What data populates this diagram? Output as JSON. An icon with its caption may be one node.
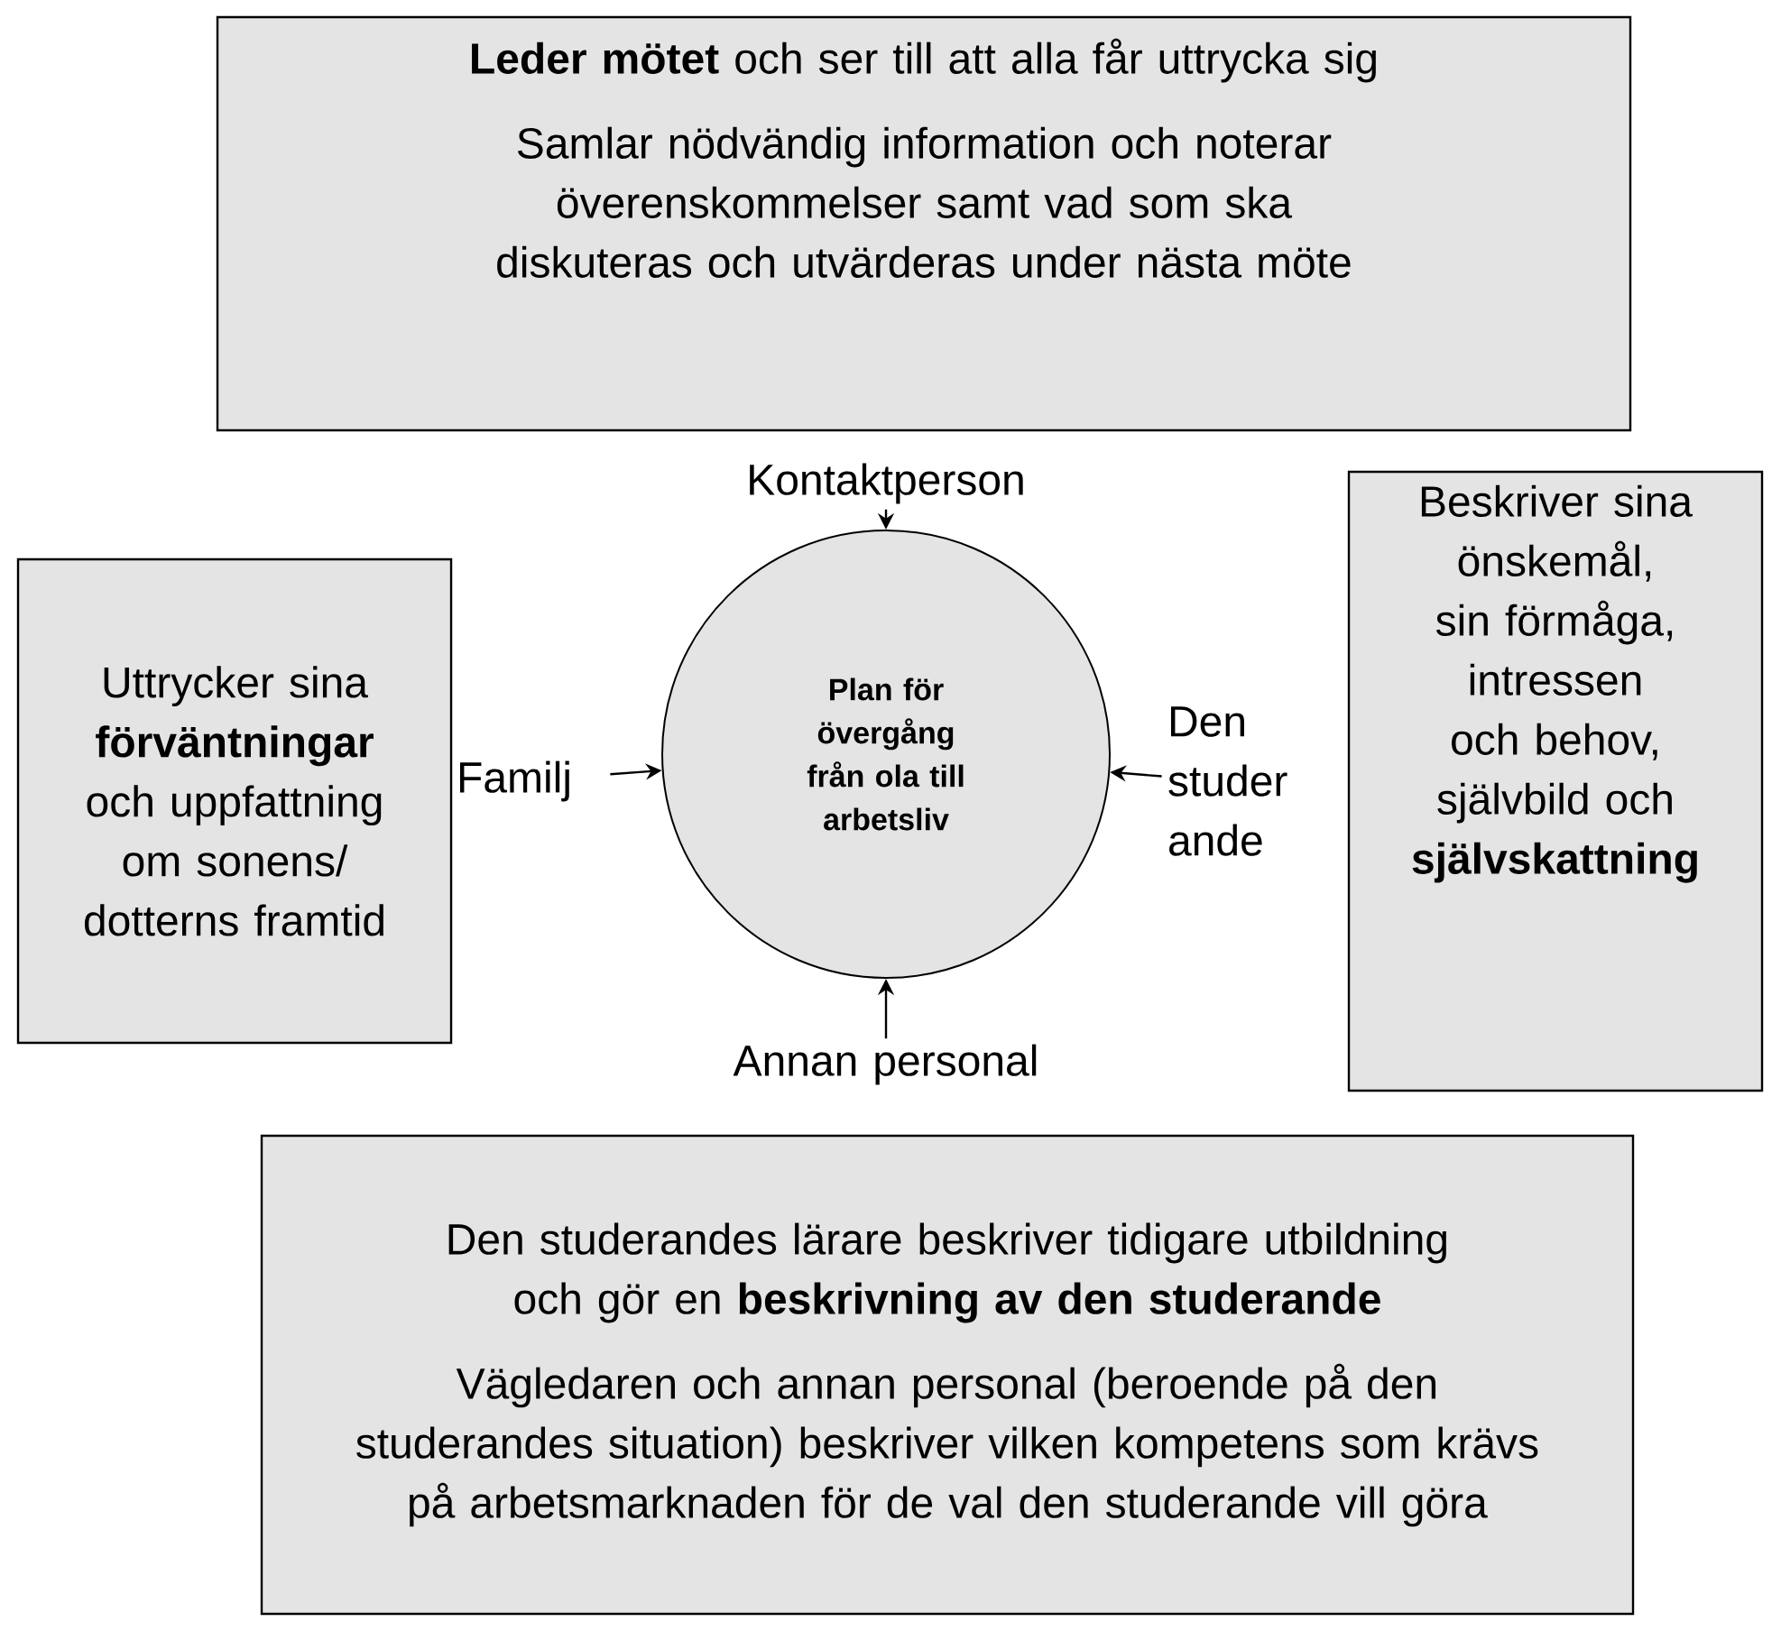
{
  "diagram": {
    "nodes": [
      {
        "text": [
          "**Leder mötet** och ser till att alla får uttrycka sig",
          "Samlar nödvändig information och noterar överenskommelser samt vad som ska diskuteras och utvärderas under nästa möte"
        ]
      },
      {
        "text": [
          "Kontaktperson"
        ]
      },
      {
        "text": [
          "Uttrycker sina **förväntningar** och uppfattning om sonens/ dotterns framtid"
        ]
      },
      {
        "text": [
          "Familj"
        ]
      },
      {
        "text": [
          "Plan för övergång från ola till arbetsliv"
        ]
      },
      {
        "text": [
          "Den studer ande"
        ]
      },
      {
        "text": [
          "Beskriver sina önskemål, sin förmåga, intressen och behov, självbild och **självskattning**"
        ]
      },
      {
        "text": [
          "Annan personal"
        ]
      },
      {
        "text": [
          "Den studerandes lärare beskriver tidigare utbildning och gör en **beskrivning av den studerande**",
          "Vägledaren och annan personal (beroende på den studerandes situation) beskriver vilken kompetens som krävs på arbetsmarknaden för de val den studerande vill göra"
        ]
      }
    ],
    "edges": [
      {
        "from": 1,
        "to": 4,
        "arrow": "to"
      },
      {
        "from": 3,
        "to": 4,
        "arrow": "to"
      },
      {
        "from": 5,
        "to": 4,
        "arrow": "to"
      },
      {
        "from": 7,
        "to": 4,
        "arrow": "to"
      }
    ]
  }
}
